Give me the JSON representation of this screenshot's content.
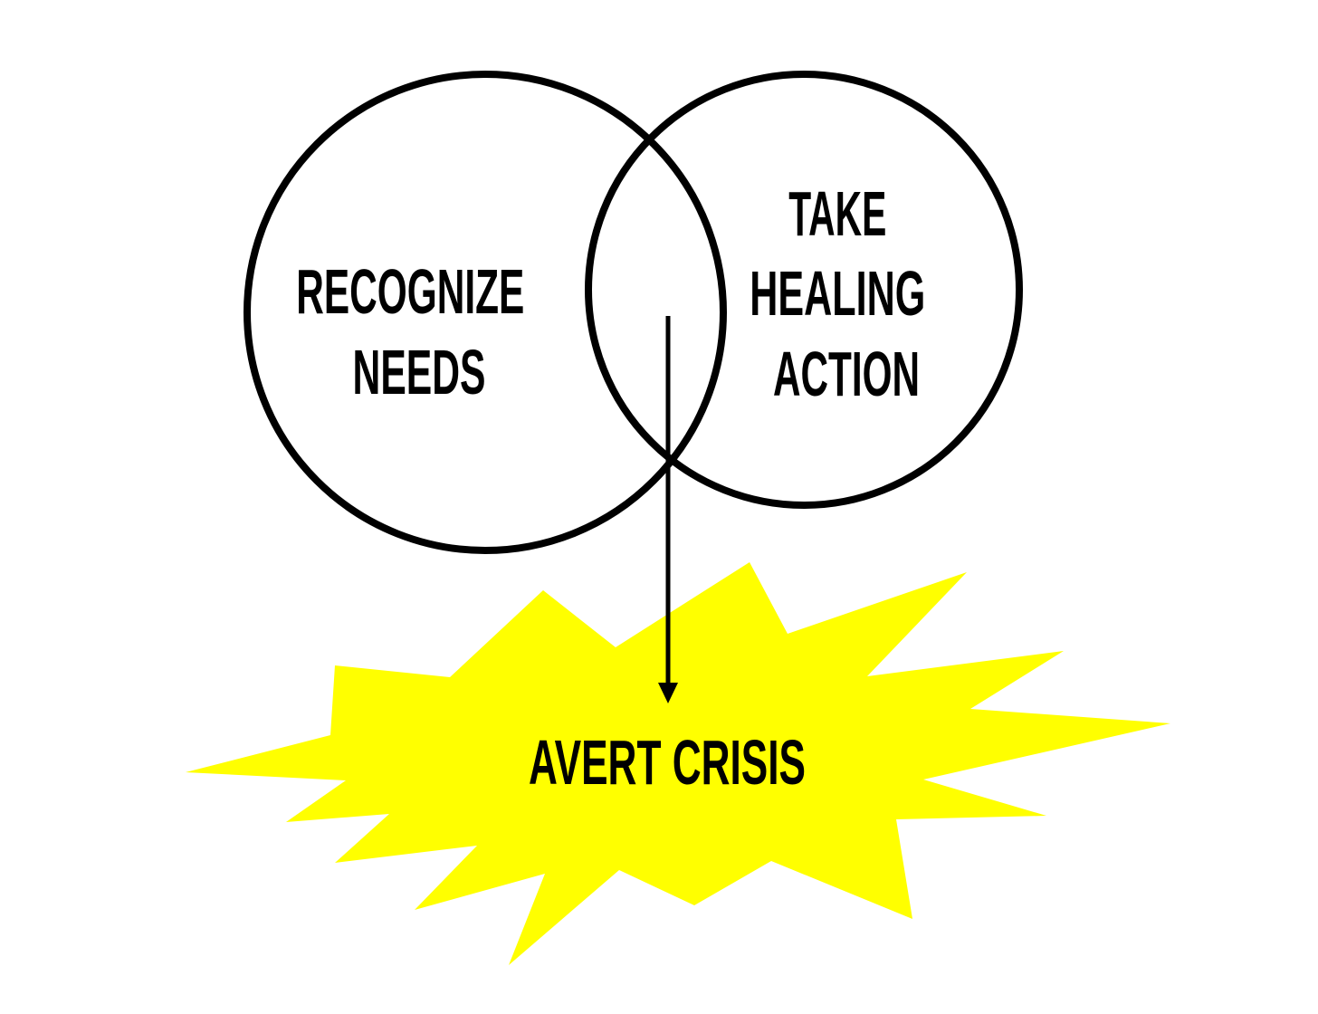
{
  "circles": [
    {
      "label_lines": [
        "RECOGNIZE",
        "NEEDS"
      ]
    },
    {
      "label_lines": [
        "TAKE",
        "HEALING",
        "ACTION"
      ]
    }
  ],
  "outcome": {
    "label": "AVERT CRISIS"
  },
  "colors": {
    "burst_fill": "#ffff00",
    "stroke": "#000000",
    "background": "#ffffff"
  }
}
